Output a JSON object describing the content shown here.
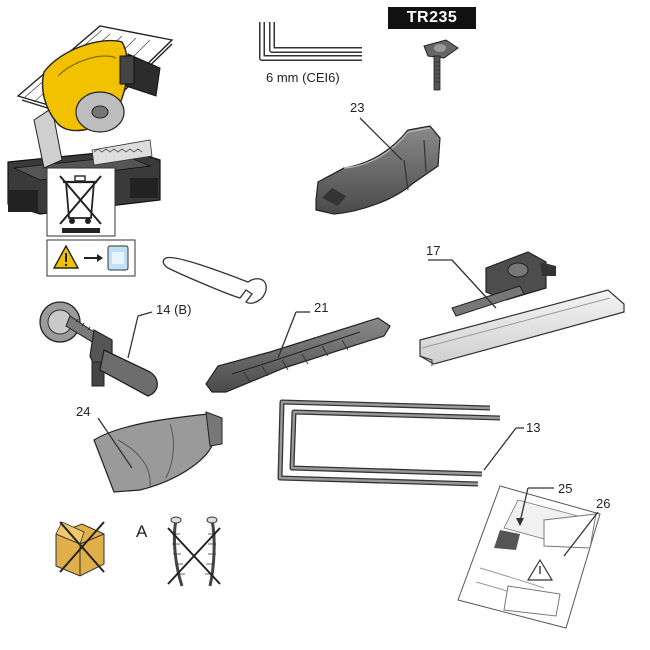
{
  "header": {
    "model_tag": "TR235"
  },
  "labels": {
    "hex_key": "6 mm (CEI6)",
    "part_23": "23",
    "part_17": "17",
    "part_14": "14 (B)",
    "part_21": "21",
    "part_24": "24",
    "part_13": "13",
    "part_25": "25",
    "part_26": "26",
    "kit_a": "A"
  },
  "colors": {
    "saw_yellow": "#f2c200",
    "part_grey": "#6b6b6b",
    "line": "#333333",
    "tag_bg": "#111111"
  },
  "icons": [
    "weee-bin-icon",
    "warning-triangle-icon",
    "arrow-icon",
    "desiccant-bag-icon"
  ]
}
